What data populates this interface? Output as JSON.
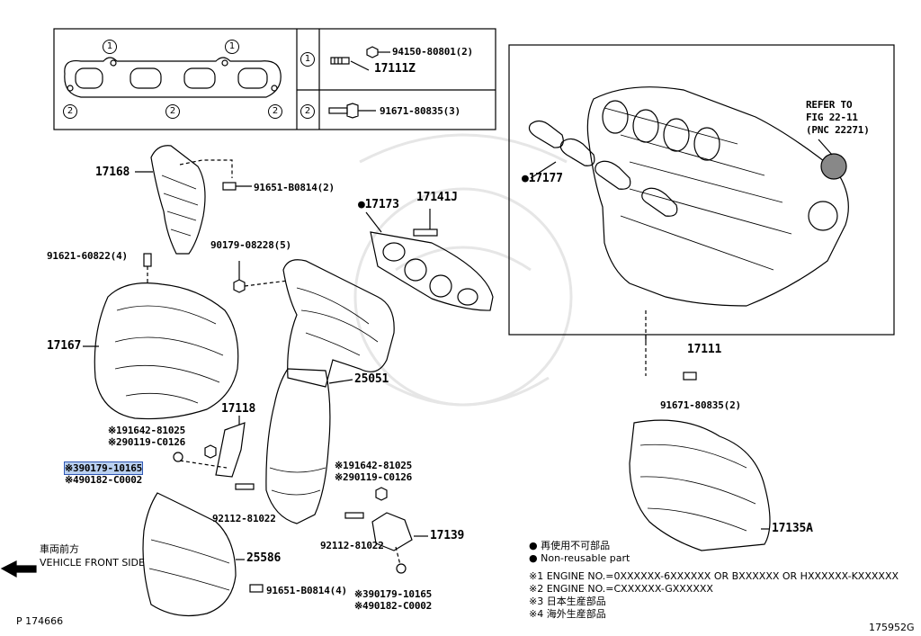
{
  "inset_table": {
    "row1": {
      "marker": "1",
      "parts": [
        "94150-80801(2)",
        "17111Z"
      ]
    },
    "row2": {
      "marker": "2",
      "parts": [
        "91671-80835(3)"
      ]
    },
    "gasket_markers": [
      "1",
      "1",
      "2",
      "2",
      "2"
    ]
  },
  "parts": {
    "p17168": "17168",
    "p91651a": "91651-B0814(2)",
    "p90179a": "90179-08228(5)",
    "p91621": "91621-60822(4)",
    "p17167": "17167",
    "p17173": "17173",
    "p17141j": "17141J",
    "p17177": "17177",
    "p25051": "25051",
    "p17118": "17118",
    "p191642a": "※191642-81025",
    "p290119a": "※290119-C0126",
    "p390179a": "※390179-10165",
    "p490182a": "※490182-C0002",
    "p191642b": "※191642-81025",
    "p290119b": "※290119-C0126",
    "p92112a": "92112-81022",
    "p92112b": "92112-81022",
    "p17139": "17139",
    "p25586": "25586",
    "p91651b": "91651-B0814(4)",
    "p390179b": "※390179-10165",
    "p490182b": "※490182-C0002",
    "p17111": "17111",
    "p91671b": "91671-80835(2)",
    "p17135a": "17135A"
  },
  "refer": {
    "line1": "REFER TO",
    "line2": "FIG 22-11",
    "line3": "(PNC 22271)"
  },
  "front": {
    "jp": "車両前方",
    "en": "VEHICLE FRONT SIDE"
  },
  "legend": {
    "reuse": "再使用不可部品",
    "nonreuse": "Non-reusable part",
    "n1": "※1 ENGINE NO.=0XXXXXX-6XXXXXX OR BXXXXXX OR HXXXXXX-KXXXXXX",
    "n2": "※2 ENGINE NO.=CXXXXXX-GXXXXXX",
    "n3": "※3 日本生産部品",
    "n4": "※4 海外生産部品"
  },
  "corner": {
    "left": "P 174666",
    "right": "175952G"
  },
  "colors": {
    "highlight": "#b9d0f0",
    "highlight_border": "#2f57b4"
  }
}
